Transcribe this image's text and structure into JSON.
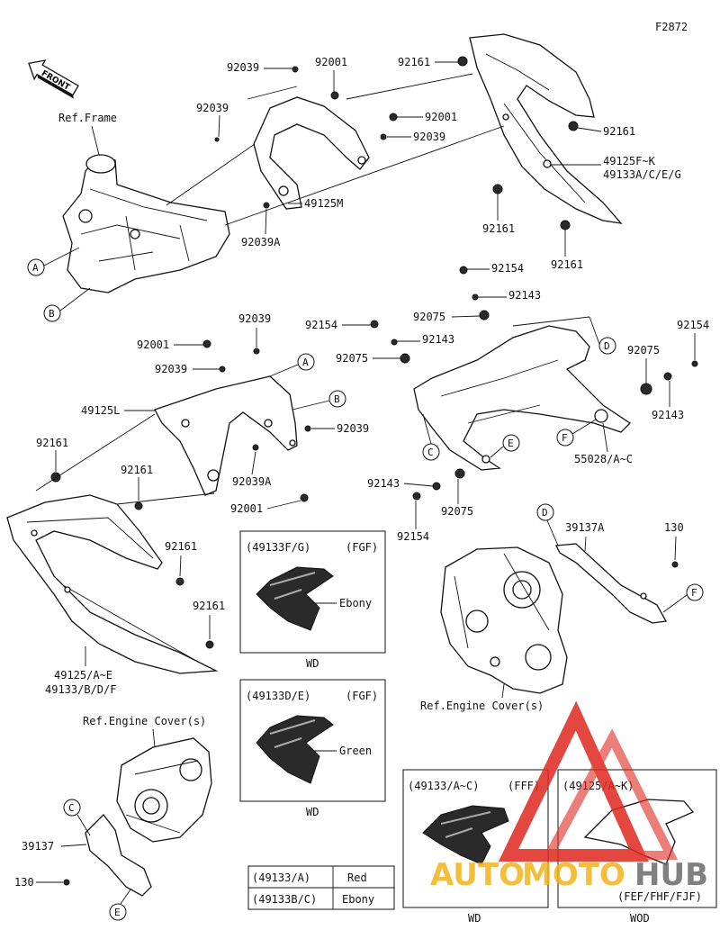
{
  "figure_code": "F2872",
  "front_label": "FRONT",
  "refs": {
    "frame": "Ref.Frame",
    "engine_cover_1": "Ref.Engine Cover(s)",
    "engine_cover_2": "Ref.Engine Cover(s)"
  },
  "callouts": [
    "A",
    "B",
    "A",
    "B",
    "C",
    "D",
    "E",
    "F",
    "D",
    "F",
    "C",
    "E"
  ],
  "part_numbers": {
    "p1": "92039",
    "p2": "92001",
    "p3": "92161",
    "p4": "92039",
    "p5": "92001",
    "p6": "92039",
    "p7": "92161",
    "p8": "49125F~K",
    "p9": "49133A/C/E/G",
    "p10": "49125M",
    "p11": "92039A",
    "p12": "92161",
    "p13": "92161",
    "p14": "92154",
    "p15": "92143",
    "p16": "92154",
    "p17": "92075",
    "p18": "92143",
    "p19": "92075",
    "p20": "92154",
    "p21": "92075",
    "p22": "92143",
    "p23": "92039",
    "p24": "92001",
    "p25": "92039",
    "p26": "49125L",
    "p27": "92039",
    "p28": "92161",
    "p29": "92161",
    "p30": "92039A",
    "p31": "92001",
    "p32": "55028/A~C",
    "p33": "92143",
    "p34": "92075",
    "p35": "92154",
    "p36": "92161",
    "p37": "92161",
    "p38": "49125/A~E",
    "p39": "49133/B/D/F",
    "p40": "39137A",
    "p41": "130",
    "p42": "39137",
    "p43": "130"
  },
  "variant_boxes": {
    "fgf1": {
      "code": "(49133F/G)",
      "tag": "(FGF)",
      "color": "Ebony",
      "caption": "WD"
    },
    "fgf2": {
      "code": "(49133D/E)",
      "tag": "(FGF)",
      "color": "Green",
      "caption": "WD"
    },
    "fff": {
      "code": "(49133/A~C)",
      "tag": "(FFF)",
      "caption": "WD"
    },
    "k": {
      "code": "(49125/A~K)",
      "caption": "WOD",
      "tag": "(FEF/FHF/FJF)"
    }
  },
  "color_table": [
    {
      "part": "(49133/A)",
      "color": "Red"
    },
    {
      "part": "(49133B/C)",
      "color": "Ebony"
    }
  ],
  "watermark": {
    "text_a": "AUTO",
    "text_b": "MOTO",
    "text_c": "HUB"
  },
  "colors": {
    "watermark_red": "#e0281f",
    "watermark_gold": "#f2b31b",
    "watermark_gray": "#6b6b6b"
  }
}
